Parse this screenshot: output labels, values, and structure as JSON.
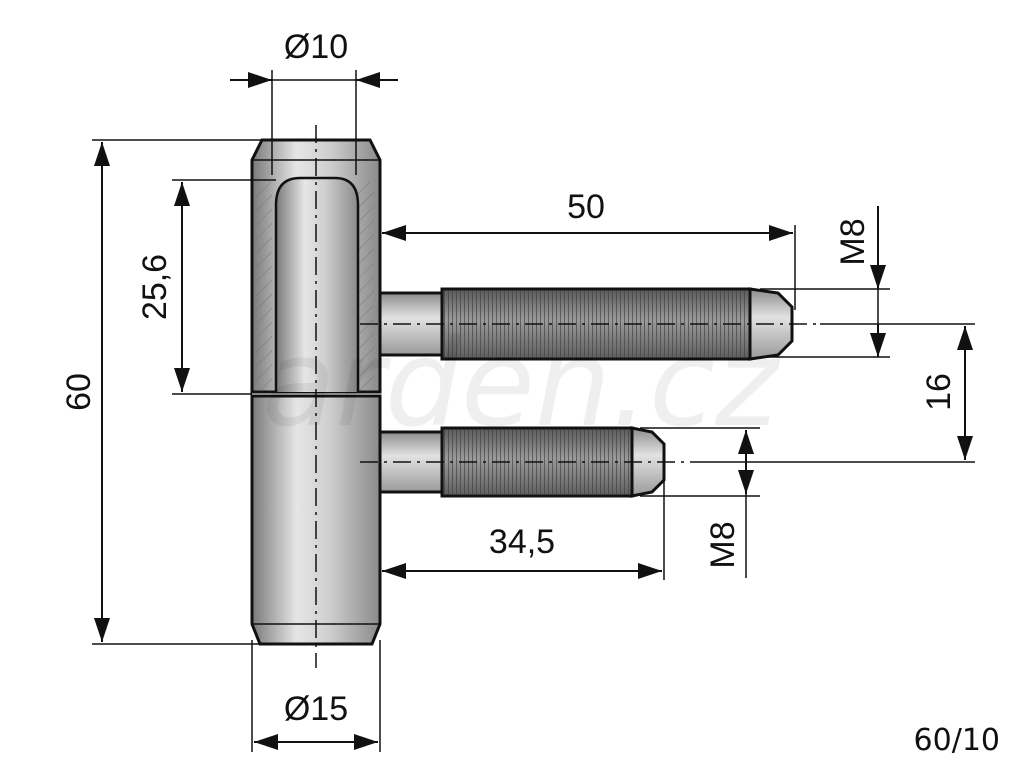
{
  "drawing": {
    "dimensions": {
      "pin_diameter": "Ø10",
      "overall_height": "60",
      "upper_height": "25,6",
      "top_pin_length": "50",
      "top_thread": "M8",
      "pin_spacing": "16",
      "bottom_pin_length": "34,5",
      "bottom_thread": "M8",
      "body_diameter": "Ø15"
    },
    "model": "60/10",
    "watermark": "arden.cz"
  },
  "colors": {
    "line": "#111111",
    "metal_light": "#d8d8d8",
    "metal_dark": "#8c8c8c",
    "thread": "#6e6e6e",
    "background": "#ffffff"
  }
}
